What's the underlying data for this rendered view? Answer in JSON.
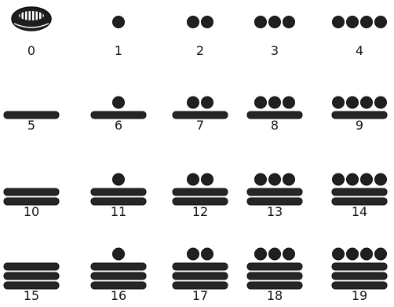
{
  "numerals": [
    {
      "label": "0",
      "value": 0
    },
    {
      "label": "1",
      "value": 1
    },
    {
      "label": "2",
      "value": 2
    },
    {
      "label": "3",
      "value": 3
    },
    {
      "label": "4",
      "value": 4
    },
    {
      "label": "5",
      "value": 5
    },
    {
      "label": "6",
      "value": 6
    },
    {
      "label": "7",
      "value": 7
    },
    {
      "label": "8",
      "value": 8
    },
    {
      "label": "9",
      "value": 9
    },
    {
      "label": "10",
      "value": 10
    },
    {
      "label": "11",
      "value": 11
    },
    {
      "label": "12",
      "value": 12
    },
    {
      "label": "13",
      "value": 13
    },
    {
      "label": "14",
      "value": 14
    },
    {
      "label": "15",
      "value": 15
    },
    {
      "label": "16",
      "value": 16
    },
    {
      "label": "17",
      "value": 17
    },
    {
      "label": "18",
      "value": 18
    },
    {
      "label": "19",
      "value": 19
    }
  ],
  "colors": {
    "ink": "#232323",
    "paper": "#ffffff"
  },
  "icons": {
    "zero": "shell-icon",
    "bar": "bar-glyph",
    "dot": "dot-glyph"
  }
}
